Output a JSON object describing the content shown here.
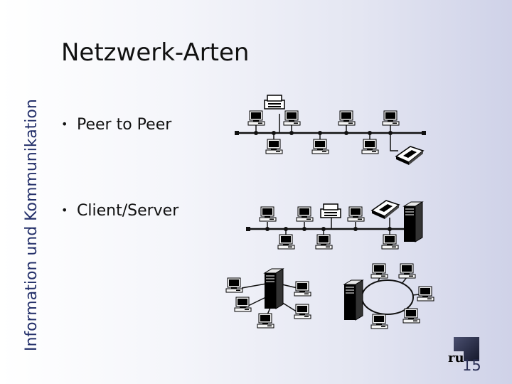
{
  "sidebar": {
    "text": "Information und Kommunikation"
  },
  "slide": {
    "title": "Netzwerk-Arten",
    "page_number": "15"
  },
  "bullets": [
    {
      "bullet": "•",
      "label": "Peer to Peer"
    },
    {
      "bullet": "•",
      "label": "Client/Server"
    }
  ],
  "icons": {
    "computer": "computer-icon",
    "printer": "printer-icon",
    "scanner": "scanner-icon",
    "server": "server-icon",
    "logo": "university-logo"
  },
  "colors": {
    "sidebar_text": "#24306a",
    "wire": "#111111"
  }
}
